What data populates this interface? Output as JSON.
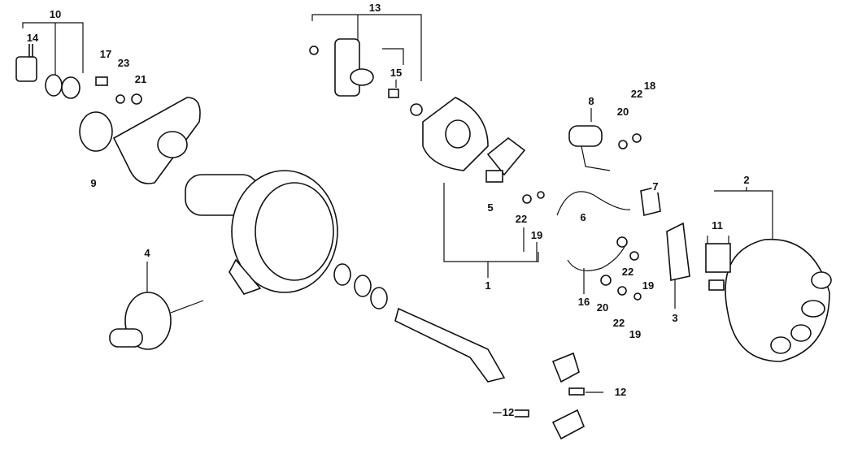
{
  "title": "Distributor exploded parts diagram",
  "callouts": [
    {
      "id": "c10",
      "num": "10"
    },
    {
      "id": "c14",
      "num": "14"
    },
    {
      "id": "c17",
      "num": "17"
    },
    {
      "id": "c23",
      "num": "23"
    },
    {
      "id": "c21",
      "num": "21"
    },
    {
      "id": "c9",
      "num": "9"
    },
    {
      "id": "c13",
      "num": "13"
    },
    {
      "id": "c15",
      "num": "15"
    },
    {
      "id": "c8",
      "num": "8"
    },
    {
      "id": "c22a",
      "num": "22"
    },
    {
      "id": "c18",
      "num": "18"
    },
    {
      "id": "c20a",
      "num": "20"
    },
    {
      "id": "c7",
      "num": "7"
    },
    {
      "id": "c2",
      "num": "2"
    },
    {
      "id": "c11",
      "num": "11"
    },
    {
      "id": "c5",
      "num": "5"
    },
    {
      "id": "c22b",
      "num": "22"
    },
    {
      "id": "c19a",
      "num": "19"
    },
    {
      "id": "c6",
      "num": "6"
    },
    {
      "id": "c1",
      "num": "1"
    },
    {
      "id": "c16",
      "num": "16"
    },
    {
      "id": "c22c",
      "num": "22"
    },
    {
      "id": "c19b",
      "num": "19"
    },
    {
      "id": "c20b",
      "num": "20"
    },
    {
      "id": "c22d",
      "num": "22"
    },
    {
      "id": "c19c",
      "num": "19"
    },
    {
      "id": "c3",
      "num": "3"
    },
    {
      "id": "c4",
      "num": "4"
    },
    {
      "id": "c12a",
      "num": "12"
    },
    {
      "id": "c12b",
      "num": "12"
    }
  ]
}
